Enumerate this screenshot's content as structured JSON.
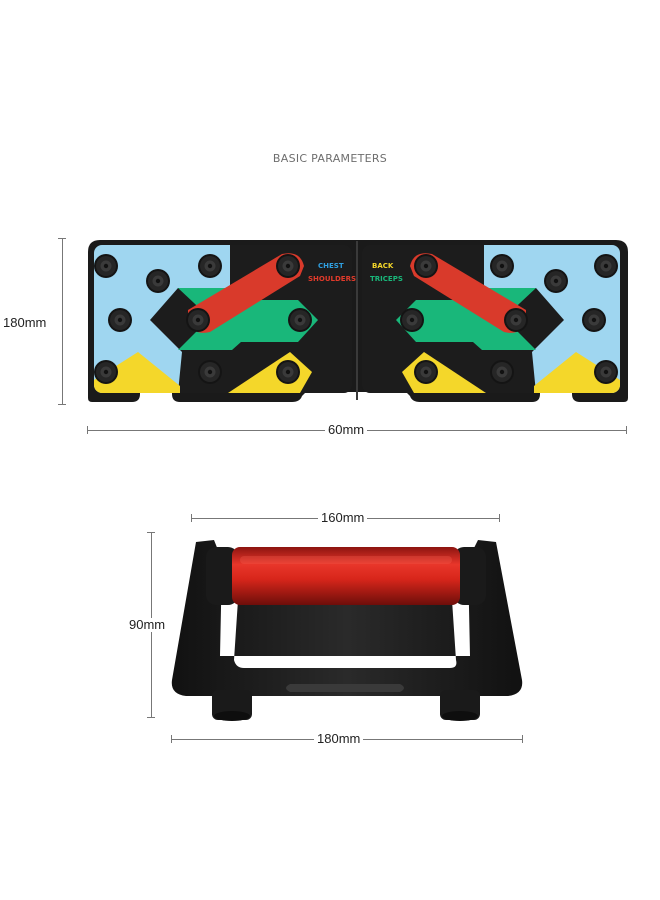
{
  "header": {
    "title": "BASIC PARAMETERS"
  },
  "board": {
    "height_label": "180mm",
    "width_label": "60mm",
    "left_panel": {
      "label_top": "CHEST",
      "label_bottom": "SHOULDERS"
    },
    "right_panel": {
      "label_top": "BACK",
      "label_bottom": "TRICEPS"
    },
    "colors": {
      "blue": "#9fd6f0",
      "yellow": "#f4d72a",
      "red": "#d93a2b",
      "green": "#19b77a",
      "black": "#1a1a1a"
    }
  },
  "handle": {
    "grip_label": "160mm",
    "height_label": "90mm",
    "base_label": "180mm",
    "colors": {
      "grip": "#e02a1e",
      "frame": "#1d1d1d"
    }
  }
}
